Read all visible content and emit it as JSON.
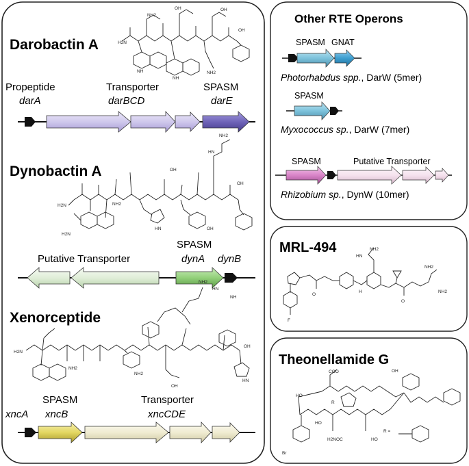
{
  "left_panel": {
    "darobactin": {
      "title": "Darobactin A",
      "labels": [
        {
          "name": "Propeptide",
          "gene": "darA"
        },
        {
          "name": "Transporter",
          "gene": "darBCD"
        },
        {
          "name": "SPASM",
          "gene": "darE"
        }
      ]
    },
    "dynobactin": {
      "title": "Dynobactin A",
      "labels": [
        {
          "name": "Putative Transporter",
          "gene": ""
        },
        {
          "name": "SPASM",
          "gene": "dynA"
        },
        {
          "name": "",
          "gene": "dynB"
        }
      ]
    },
    "xenorceptide": {
      "title": "Xenorceptide",
      "labels": [
        {
          "name": "",
          "gene": "xncA"
        },
        {
          "name": "SPASM",
          "gene": "xncB"
        },
        {
          "name": "Transporter",
          "gene": "xncCDE"
        }
      ]
    }
  },
  "right_panel": {
    "operons": {
      "title": "Other RTE Operons",
      "entries": [
        {
          "labels": [
            "SPASM",
            "GNAT"
          ],
          "organism": "Photorhabdus spp.",
          "product": ", DarW (5mer)"
        },
        {
          "labels": [
            "SPASM"
          ],
          "organism": "Myxococcus sp.",
          "product": ", DarW (7mer)"
        },
        {
          "labels": [
            "SPASM",
            "Putative Transporter"
          ],
          "organism": "Rhizobium sp.",
          "product": ", DynW (10mer)"
        }
      ]
    },
    "mrl": {
      "title": "MRL-494"
    },
    "theonellamide": {
      "title": "Theonellamide G"
    }
  },
  "colors": {
    "dar_transporter": "#cfc8ec",
    "dar_spasm": "#6f64b8",
    "dyn_transporter": "#e3f0dc",
    "dyn_spasm": "#92d07a",
    "xnc_spasm": "#e6dc6c",
    "xnc_transporter": "#f3f0d8",
    "blue_spasm": "#7ec3dc",
    "blue_gnat": "#3e9fd0",
    "pink_spasm": "#d985c8",
    "pink_transporter": "#f5e2ee",
    "propeptide": "#111111"
  }
}
